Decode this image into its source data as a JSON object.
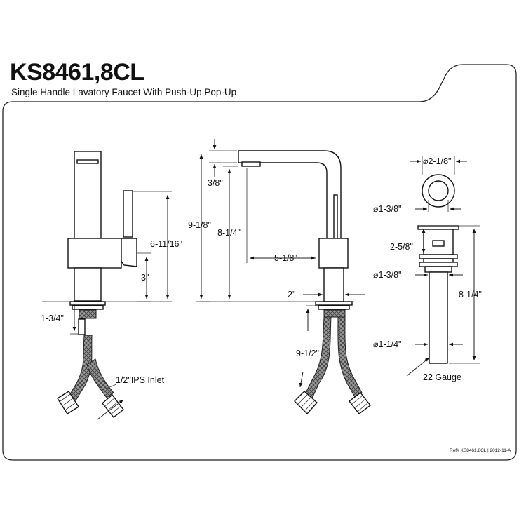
{
  "header": {
    "model": "KS8461,8CL",
    "description": "Single Handle Lavatory Faucet With Push-Up Pop-Up"
  },
  "side_view": {
    "dim_height_total": "6-11/16\"",
    "dim_base_height": "3\"",
    "dim_shank": "1-3/4\"",
    "inlet_label": "1/2\"IPS Inlet"
  },
  "front_view": {
    "dim_outlet": "3/8\"",
    "dim_overall_height": "9-1/8\"",
    "dim_spout_height": "8-1/4\"",
    "dim_reach": "5-1/8\"",
    "dim_base": "2\"",
    "dim_hose": "9-1/2\""
  },
  "drain_view": {
    "dim_flange": "⌀2-1/8\"",
    "dim_top_opening": "⌀1-3/8\"",
    "dim_body_height": "2-5/8\"",
    "dim_throat": "⌀1-3/8\"",
    "dim_tail_length": "8-1/4\"",
    "dim_tail_diameter": "⌀1-1/4\"",
    "gauge_label": "22 Gauge"
  },
  "footer": {
    "reference": "Ref# KS8461,8CL | 2012-11-A"
  }
}
